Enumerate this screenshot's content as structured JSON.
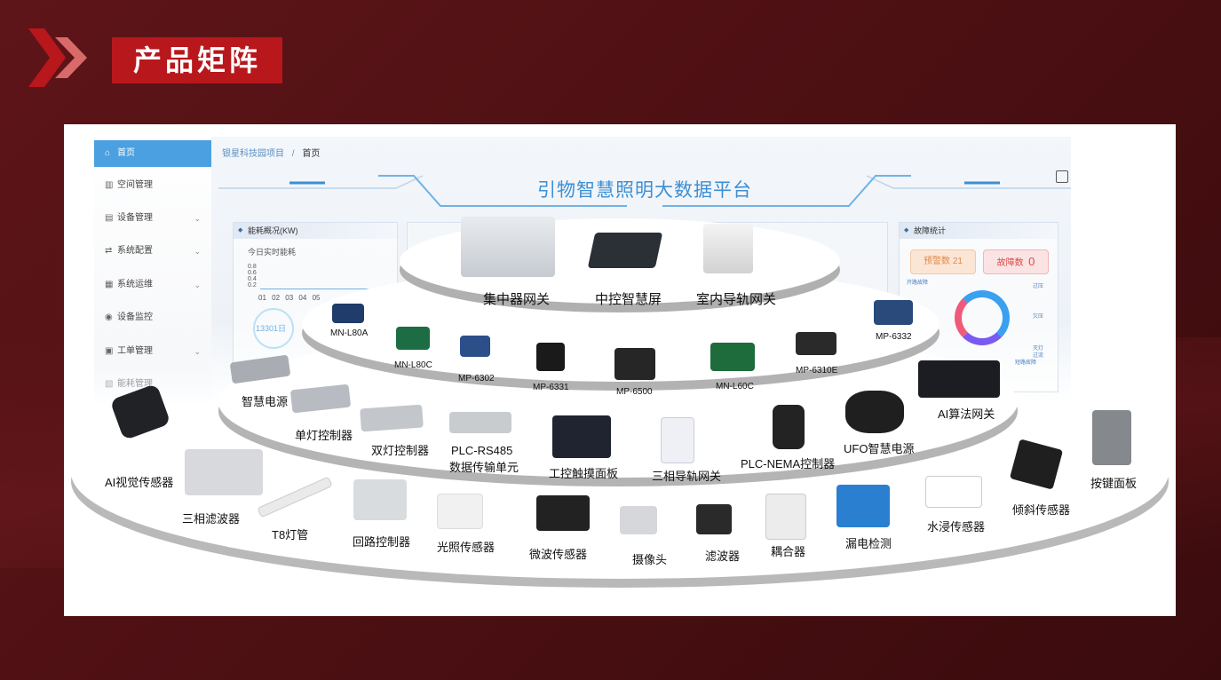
{
  "header": {
    "title": "产品矩阵"
  },
  "dashboard": {
    "nav": [
      {
        "label": "首页",
        "icon": "home-icon",
        "has_chevron": false
      },
      {
        "label": "空间管理",
        "icon": "map-icon",
        "has_chevron": false
      },
      {
        "label": "设备管理",
        "icon": "device-icon",
        "has_chevron": true
      },
      {
        "label": "系统配置",
        "icon": "swap-icon",
        "has_chevron": true
      },
      {
        "label": "系统运维",
        "icon": "tools-icon",
        "has_chevron": true
      },
      {
        "label": "设备监控",
        "icon": "monitor-icon",
        "has_chevron": false
      },
      {
        "label": "工单管理",
        "icon": "grid-icon",
        "has_chevron": true
      },
      {
        "label": "能耗管理",
        "icon": "energy-icon",
        "has_chevron": false
      }
    ],
    "breadcrumb": {
      "project": "银星科技园项目",
      "separator": "/",
      "current": "首页"
    },
    "title": "引物智慧照明大数据平台",
    "energy_card": {
      "title": "能耗概况(KW)",
      "subtitle": "今日实时能耗",
      "y_ticks": [
        "0.8",
        "0.6",
        "0.4",
        "0.2"
      ],
      "x_ticks": [
        "01",
        "02",
        "03",
        "04",
        "05"
      ],
      "value": "13301日"
    },
    "fault_card": {
      "title": "故障统计",
      "warning": "预警数 21",
      "fault_label": "故障数",
      "fault_value": "0",
      "labels": [
        "过压",
        "欠压",
        "灭灯",
        "过流",
        "开路故障",
        "短路故障"
      ]
    }
  },
  "products": {
    "top": [
      "集中器网关",
      "中控智慧屏",
      "室内导轨网关"
    ],
    "second": [
      "MN-L80A",
      "MN-L80C",
      "MP-6302",
      "MP-6331",
      "MP-6500",
      "MN-L60C",
      "MP-6310E",
      "MP-6332"
    ],
    "third": [
      "智慧电源",
      "单灯控制器",
      "双灯控制器",
      "PLC-RS485",
      "数据传输单元",
      "工控触摸面板",
      "三相导轨网关",
      "PLC-NEMA控制器",
      "UFO智慧电源",
      "AI算法网关"
    ],
    "bottom": [
      "AI视觉传感器",
      "三相滤波器",
      "T8灯管",
      "回路控制器",
      "光照传感器",
      "微波传感器",
      "摄像头",
      "滤波器",
      "耦合器",
      "漏电检测",
      "水浸传感器",
      "倾斜传感器",
      "按键面板"
    ]
  },
  "colors": {
    "accent": "#b8171c",
    "background": "#4a0f12",
    "dash_blue": "#3c8fd4",
    "nav_active": "#4aa0e0"
  }
}
